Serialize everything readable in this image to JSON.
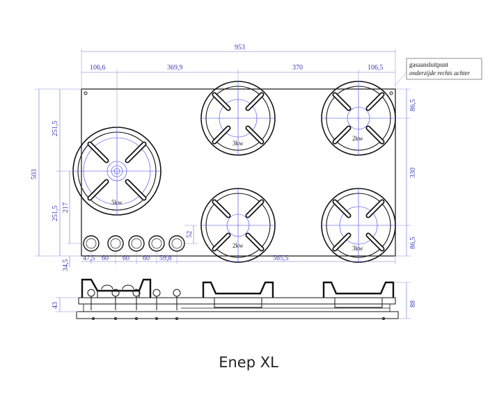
{
  "model": "Enep XL",
  "note": {
    "line1": "gasaansluitpunt",
    "line2": "onderzijde rechts achter"
  },
  "dimensions": {
    "total_width": "953",
    "left_offset": "106,6",
    "span_a": "369,9",
    "span_b": "370",
    "right_offset": "106,5",
    "right_top": "86,5",
    "right_mid": "330",
    "right_bottom": "86,5",
    "depth": "503",
    "left_upper": "251,5",
    "left_lower": "251,5",
    "left_217": "217",
    "knob_height": "52",
    "bottom_margin": "34,5",
    "knob_start": "47,5",
    "knob_gap_1": "60",
    "knob_gap_2": "60",
    "knob_gap_3": "60",
    "knob_last": "59,8",
    "bottom_right": "565,5",
    "side_height_left": "43",
    "side_height_right": "88"
  },
  "burners": {
    "large_left": "5kw",
    "top_middle": "3kw",
    "top_right": "2kw",
    "bottom_middle": "2kw",
    "bottom_right": "3kw"
  },
  "colors": {
    "dimension": "#3a3ab8",
    "outline": "#111111",
    "burner_ring": "#3a3af0"
  }
}
